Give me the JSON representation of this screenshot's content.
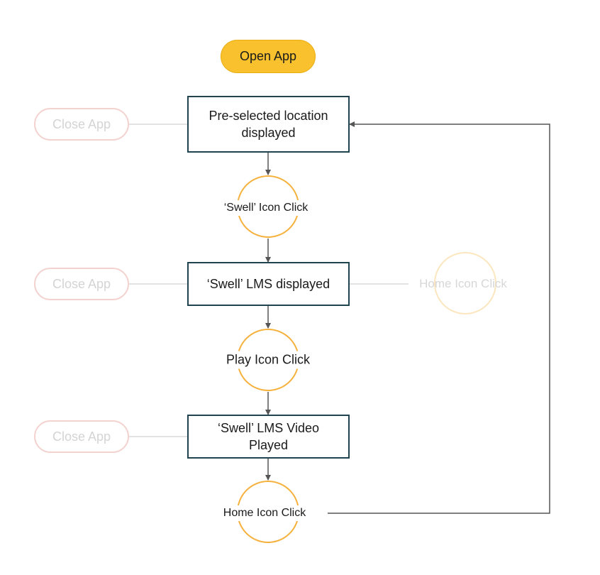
{
  "flow": {
    "start": "Open App",
    "steps": {
      "preselected": "Pre-selected location displayed",
      "lms": "‘Swell’ LMS displayed",
      "video": "‘Swell’ LMS Video Played"
    },
    "actions": {
      "swell_click": "‘Swell’ Icon Click",
      "play_click": "Play Icon Click",
      "home_click": "Home Icon Click",
      "home_click_faded": "Home Icon Click"
    },
    "exits": {
      "close_1": "Close App",
      "close_2": "Close App",
      "close_3": "Close App"
    }
  },
  "colors": {
    "start_fill": "#f8c12d",
    "step_border": "#1f4450",
    "action_ring": "#f5b13c",
    "exit_border": "#f3d3cf",
    "connector": "#555555",
    "faded_line": "#d9d9d9"
  }
}
